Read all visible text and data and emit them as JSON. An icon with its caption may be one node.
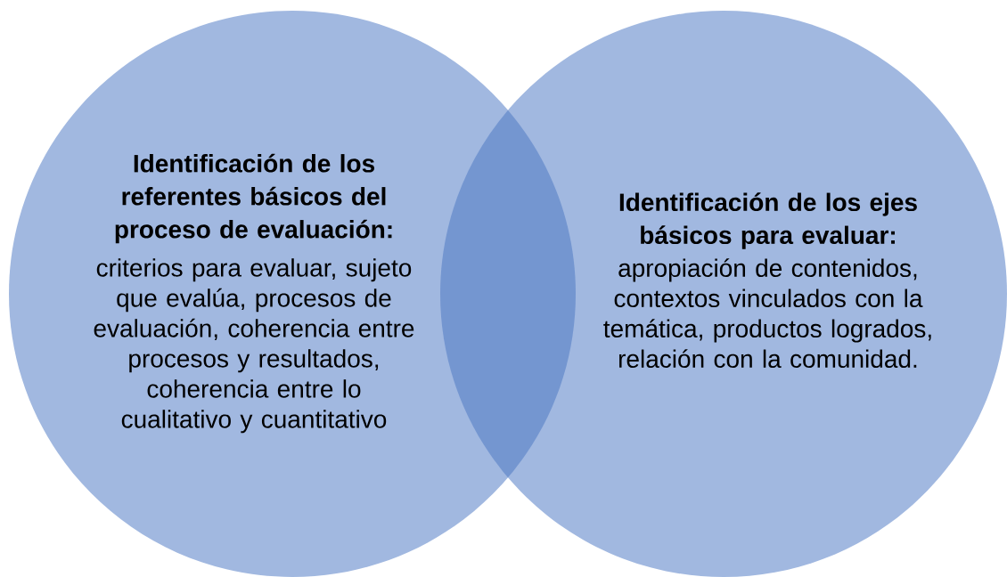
{
  "diagram": {
    "nodes": [
      {
        "text": [
          "Identificación de los referentes básicos del proceso de evaluación:",
          "criterios para evaluar, sujeto que evalúa, procesos de evaluación, coherencia entre procesos y resultados, coherencia entre lo cualitativo y cuantitativo"
        ]
      },
      {
        "text": [
          "Identificación de los ejes básicos para evaluar:",
          "apropiación de contenidos, contextos vinculados con la temática, productos logrados, relación con la comunidad."
        ]
      },
      {
        "text": [],
        "shape": "lens"
      }
    ]
  }
}
